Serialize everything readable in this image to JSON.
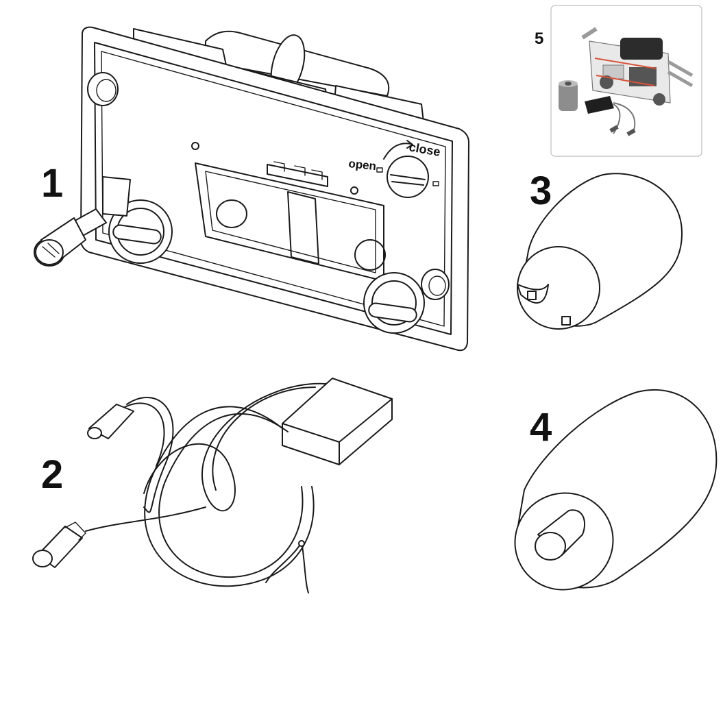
{
  "parts": [
    {
      "number": "1"
    },
    {
      "number": "2"
    },
    {
      "number": "3"
    },
    {
      "number": "4"
    },
    {
      "number": "5"
    }
  ],
  "panel_labels": {
    "open": "open",
    "close": "close"
  },
  "colors": {
    "line": "#1a1a1a",
    "inset_border": "#bdbdbd",
    "inset_accent": "#d9523b"
  }
}
